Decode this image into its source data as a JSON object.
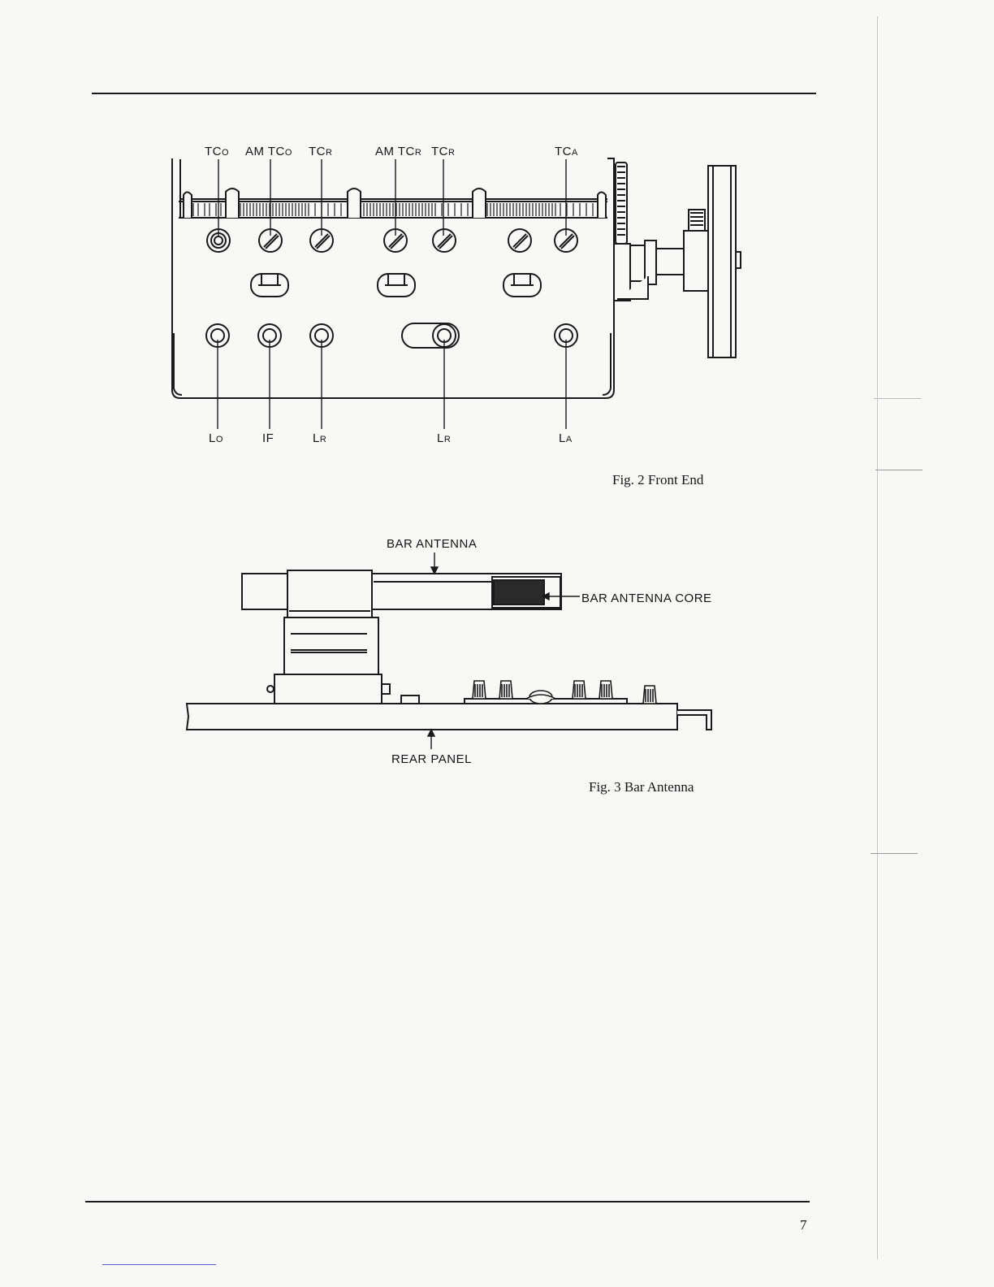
{
  "figure2": {
    "top_labels": [
      {
        "main": "TC",
        "sub": "O"
      },
      {
        "main": "AM TC",
        "sub": "O"
      },
      {
        "main": "TC",
        "sub": "R"
      },
      {
        "main": "AM TC",
        "sub": "R"
      },
      {
        "main": "TC",
        "sub": "R"
      },
      {
        "main": "TC",
        "sub": "A"
      }
    ],
    "bottom_labels": [
      {
        "main": "L",
        "sub": "O"
      },
      {
        "main": "IF",
        "sub": ""
      },
      {
        "main": "L",
        "sub": "R"
      },
      {
        "main": "L",
        "sub": "R"
      },
      {
        "main": "L",
        "sub": "A"
      }
    ],
    "caption": "Fig. 2  Front End"
  },
  "figure3": {
    "label_top": "BAR  ANTENNA",
    "label_core": "BAR  ANTENNA  CORE",
    "label_bottom": "REAR  PANEL",
    "caption": "Fig. 3  Bar Antenna"
  },
  "page_number": "7"
}
